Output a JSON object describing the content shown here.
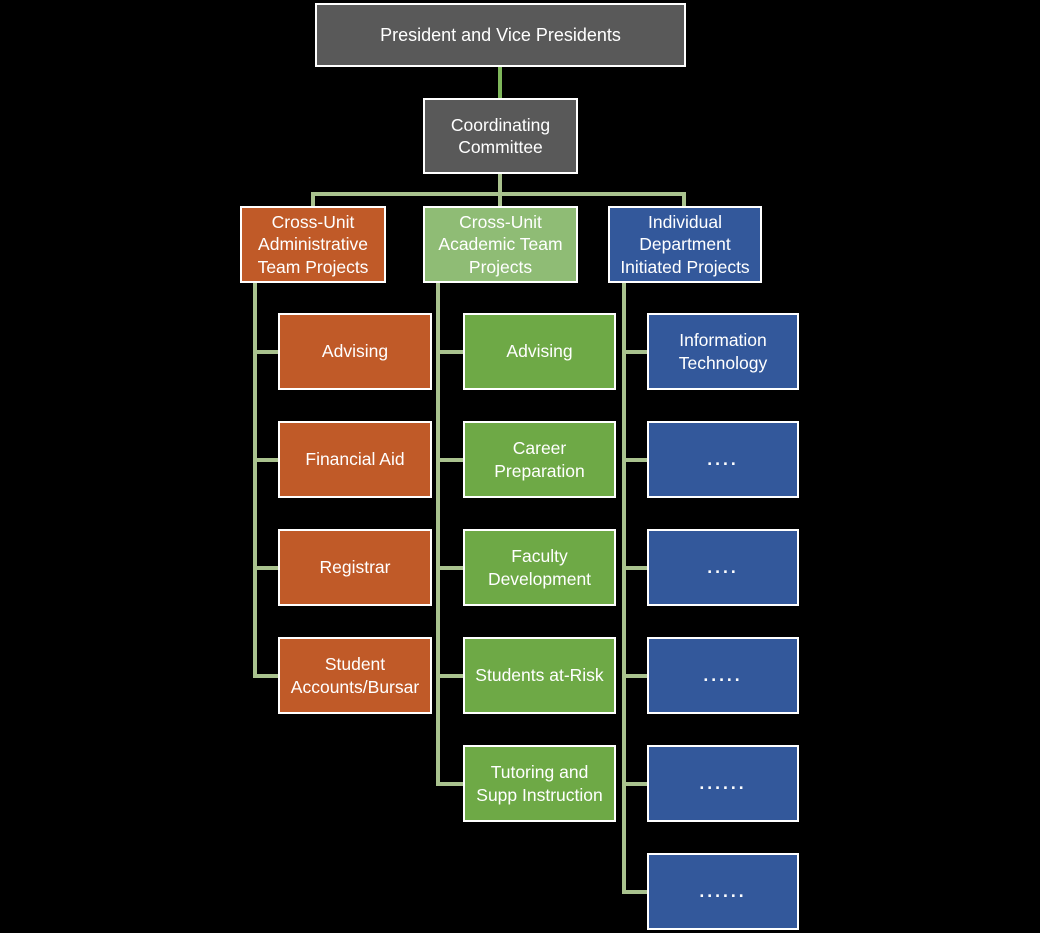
{
  "diagram": {
    "root": {
      "label": "President and Vice Presidents"
    },
    "committee": {
      "label": "Coordinating Committee"
    },
    "columns": [
      {
        "id": "cross-unit-administrative",
        "header": "Cross-Unit Administrative Team Projects",
        "header_color": "#C05A28",
        "child_color": "#C05A28",
        "children": [
          "Advising",
          "Financial Aid",
          "Registrar",
          "Student Accounts/Bursar"
        ]
      },
      {
        "id": "cross-unit-academic",
        "header": "Cross-Unit Academic Team Projects",
        "header_color": "#8FBC75",
        "child_color": "#6EA946",
        "children": [
          "Advising",
          "Career Preparation",
          "Faculty Development",
          "Students at-Risk",
          "Tutoring and Supp Instruction"
        ]
      },
      {
        "id": "individual-department",
        "header": "Individual Department Initiated Projects",
        "header_color": "#33589B",
        "child_color": "#33589B",
        "children": [
          "Information Technology",
          "....",
          "....",
          ".....",
          "......",
          "......"
        ]
      }
    ],
    "colors": {
      "node_gray": "#595959",
      "connector": "#A9C28E",
      "connector_top": "#7FB75B",
      "border": "#FFFFFF",
      "text": "#FFFFFF",
      "background": "#000000"
    }
  }
}
